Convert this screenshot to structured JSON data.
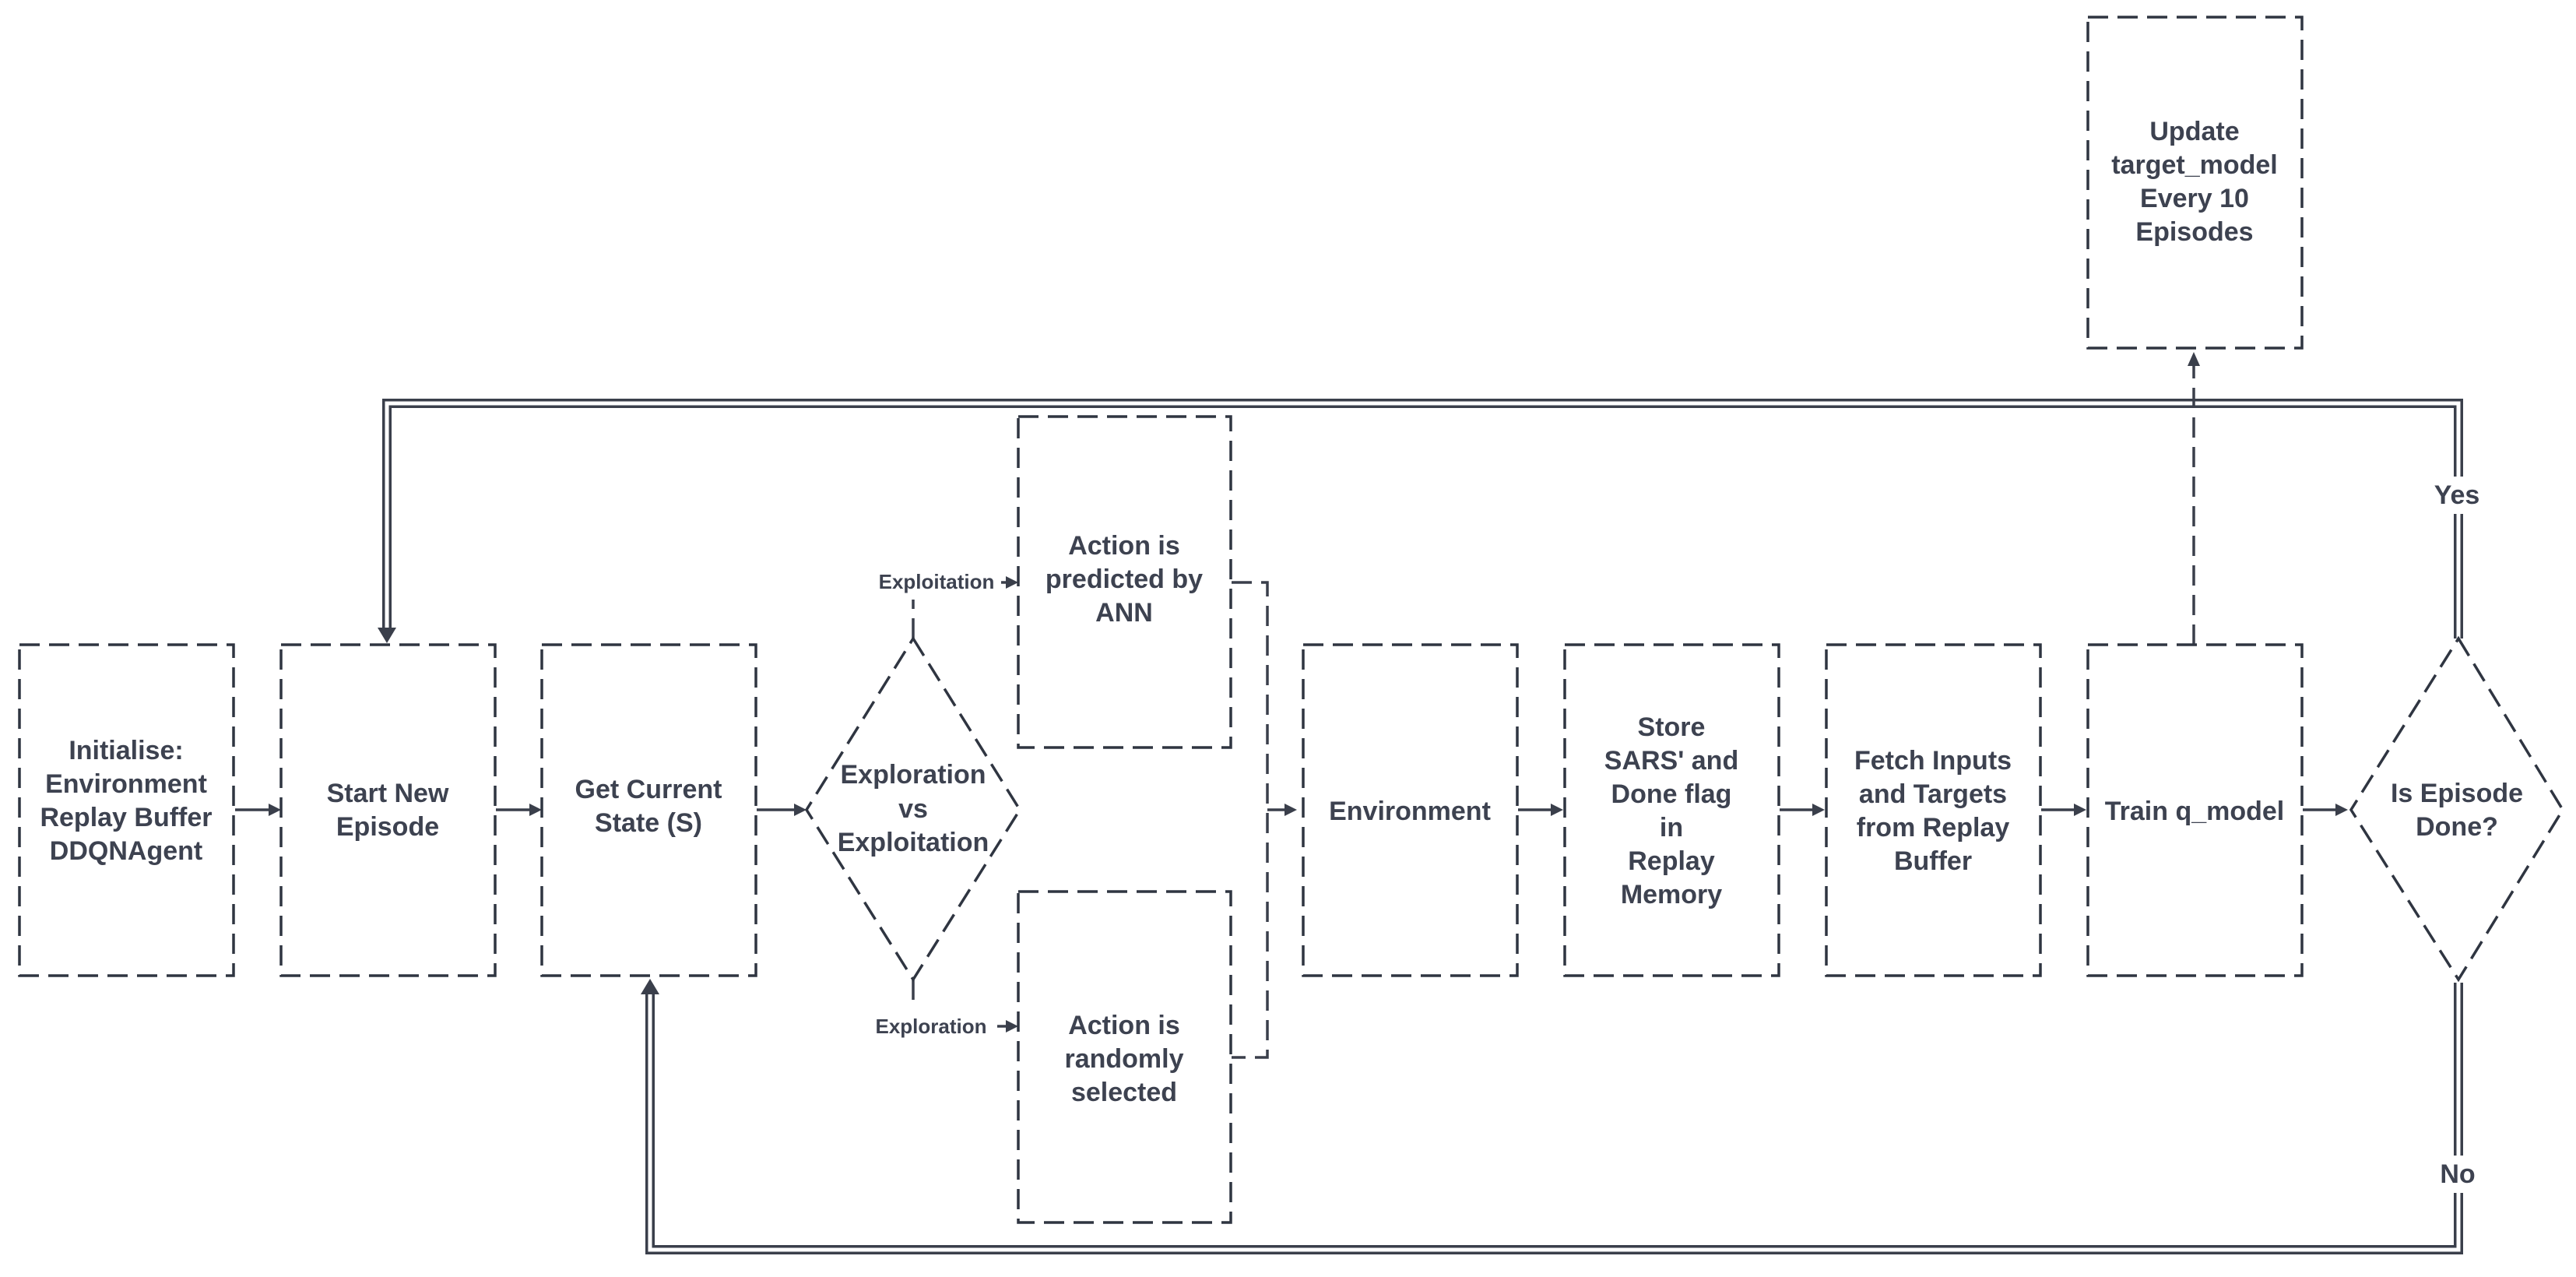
{
  "nodes": {
    "initialise": [
      "Initialise:",
      "Environment",
      "Replay Buffer",
      "DDQNAgent"
    ],
    "start_episode": [
      "Start New",
      "Episode"
    ],
    "get_state": [
      "Get Current",
      "State (S)"
    ],
    "decision": [
      "Exploration",
      "vs",
      "Exploitation"
    ],
    "action_predicted": [
      "Action is",
      "predicted by",
      "ANN"
    ],
    "action_random": [
      "Action is",
      "randomly",
      "selected"
    ],
    "environment": [
      "Environment"
    ],
    "store": [
      "Store",
      "SARS' and",
      "Done flag",
      "in",
      "Replay",
      "Memory"
    ],
    "fetch": [
      "Fetch Inputs",
      "and Targets",
      "from Replay",
      "Buffer"
    ],
    "train": [
      "Train q_model"
    ],
    "update_target": [
      "Update",
      "target_model",
      "Every 10",
      "Episodes"
    ],
    "episode_done": [
      "Is Episode",
      "Done?"
    ]
  },
  "edge_labels": {
    "exploitation": "Exploitation",
    "exploration": "Exploration",
    "yes": "Yes",
    "no": "No"
  },
  "colors": {
    "stroke": "#2f3541",
    "text": "#3d4250",
    "background": "#ffffff"
  }
}
